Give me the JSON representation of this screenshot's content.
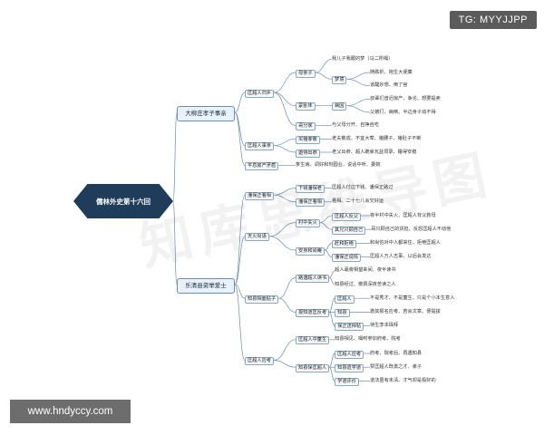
{
  "root": "儒林外史第十六回",
  "watermark_tag": "TG: MYYJJPP",
  "watermark_site": "www.hndyccy.com",
  "watermark_text": "知库思维导图",
  "branches": [
    {
      "label": "大柳庄孝子事亲",
      "children": [
        {
          "label": "匡超人归乡",
          "children": [
            {
              "label": "母亲子",
              "children": [
                {
                  "label": "我儿子我跟的梦（马二所嘱）"
                },
                {
                  "label": "梦境",
                  "children": [
                    {
                      "label": "随跌折、抱生大埂廉"
                    },
                    {
                      "label": "该醒妙想、倒了官"
                    }
                  ]
                }
              ]
            },
            {
              "label": "蒙卧床",
              "children": [
                {
                  "label": "病因",
                  "children": [
                    {
                      "label": "叔辈们曾迟房产、争论、想要提卖"
                    },
                    {
                      "label": "父被打、病倒、半边身子动不得"
                    }
                  ]
                }
              ]
            },
            {
              "label": "哥分家",
              "children": [
                {
                  "label": "与父母分开、自挣自吃"
                }
              ]
            }
          ]
        },
        {
          "label": "匡超人事亲",
          "children": [
            {
              "label": "买猪孝敬",
              "children": [
                {
                  "label": "老夫敬成、不宜大荤、猪腰子、猪肚子不断"
                }
              ]
            },
            {
              "label": "遊侍出恭",
              "children": [
                {
                  "label": "老父出恭、超人跪拿瓦盆伺录、睡得安稳"
                }
              ]
            }
          ]
        },
        {
          "label": "平息房产矛盾",
          "children": [
            {
              "label": "爹生病、调好和刻圆业、说话中听、委婉"
            }
          ]
        }
      ]
    },
    {
      "label": "乐清县资举爱士",
      "children": [
        {
          "label": "潘保正看相",
          "children": [
            {
              "label": "下钱潘保老",
              "children": [
                {
                  "label": "匡超人付边下钱、潘保正路过"
                }
              ]
            },
            {
              "label": "潘保正看相",
              "children": [
                {
                  "label": "看相、二十七八会交好运"
                }
              ]
            }
          ]
        },
        {
          "label": "天火出语",
          "children": [
            {
              "label": "村中失火",
              "children": [
                {
                  "label": "匡超人反父",
                  "children": [
                    {
                      "label": "夜半村中失火、匡超人背父救母"
                    }
                  ]
                },
                {
                  "label": "其兄只顾自己",
                  "children": [
                    {
                      "label": "哥只顾自己的货担、反怨匡超人不动他"
                    }
                  ]
                }
              ]
            },
            {
              "label": "安身和尚庵",
              "children": [
                {
                  "label": "赶和拒绝",
                  "children": [
                    {
                      "label": "和尚怕对中人都来住、拒绝匡超人"
                    }
                  ]
                },
                {
                  "label": "潘保正说情",
                  "children": [
                    {
                      "label": "匡超人万人志事、以后会发达"
                    }
                  ]
                }
              ]
            }
          ]
        },
        {
          "label": "知县相面贴子",
          "children": [
            {
              "label": "路遇超人读书",
              "children": [
                {
                  "label": "超人毫旁相望来间、夜半读书"
                },
                {
                  "label": "知县经过、敬佩深夜苦读之人"
                }
              ]
            },
            {
              "label": "报知道匡反考",
              "children": [
                {
                  "label": "匡超人",
                  "children": [
                    {
                      "label": "不是秀才、不是童生、只是个小本生意人"
                    }
                  ]
                },
                {
                  "label": "知县",
                  "children": [
                    {
                      "label": "邀其报名应考、若会文章、便提拔"
                    }
                  ]
                },
                {
                  "label": "保正送拜帖",
                  "children": [
                    {
                      "label": "待生李本珠拜"
                    }
                  ]
                }
              ]
            }
          ]
        },
        {
          "label": "匡超人应考",
          "children": [
            {
              "label": "匡超人中童生",
              "children": [
                {
                  "label": "知县相见、嘱咐参加府考、院考"
                }
              ]
            },
            {
              "label": "知县保匡超人",
              "children": [
                {
                  "label": "匡超人应考",
                  "children": [
                    {
                      "label": "府考、院考后、再遇知县"
                    }
                  ]
                },
                {
                  "label": "知县遗学道",
                  "children": [
                    {
                      "label": "赞匡超人既勇之才、孝子"
                    }
                  ]
                },
                {
                  "label": "学道评价",
                  "children": [
                    {
                      "label": "道法虽有未清、才气却是极好的"
                    }
                  ]
                }
              ]
            }
          ]
        }
      ]
    }
  ],
  "colors": {
    "root_fill": "#1f3c5a",
    "branch_fill": "#e9f1fa",
    "line": "#6b8db3"
  }
}
